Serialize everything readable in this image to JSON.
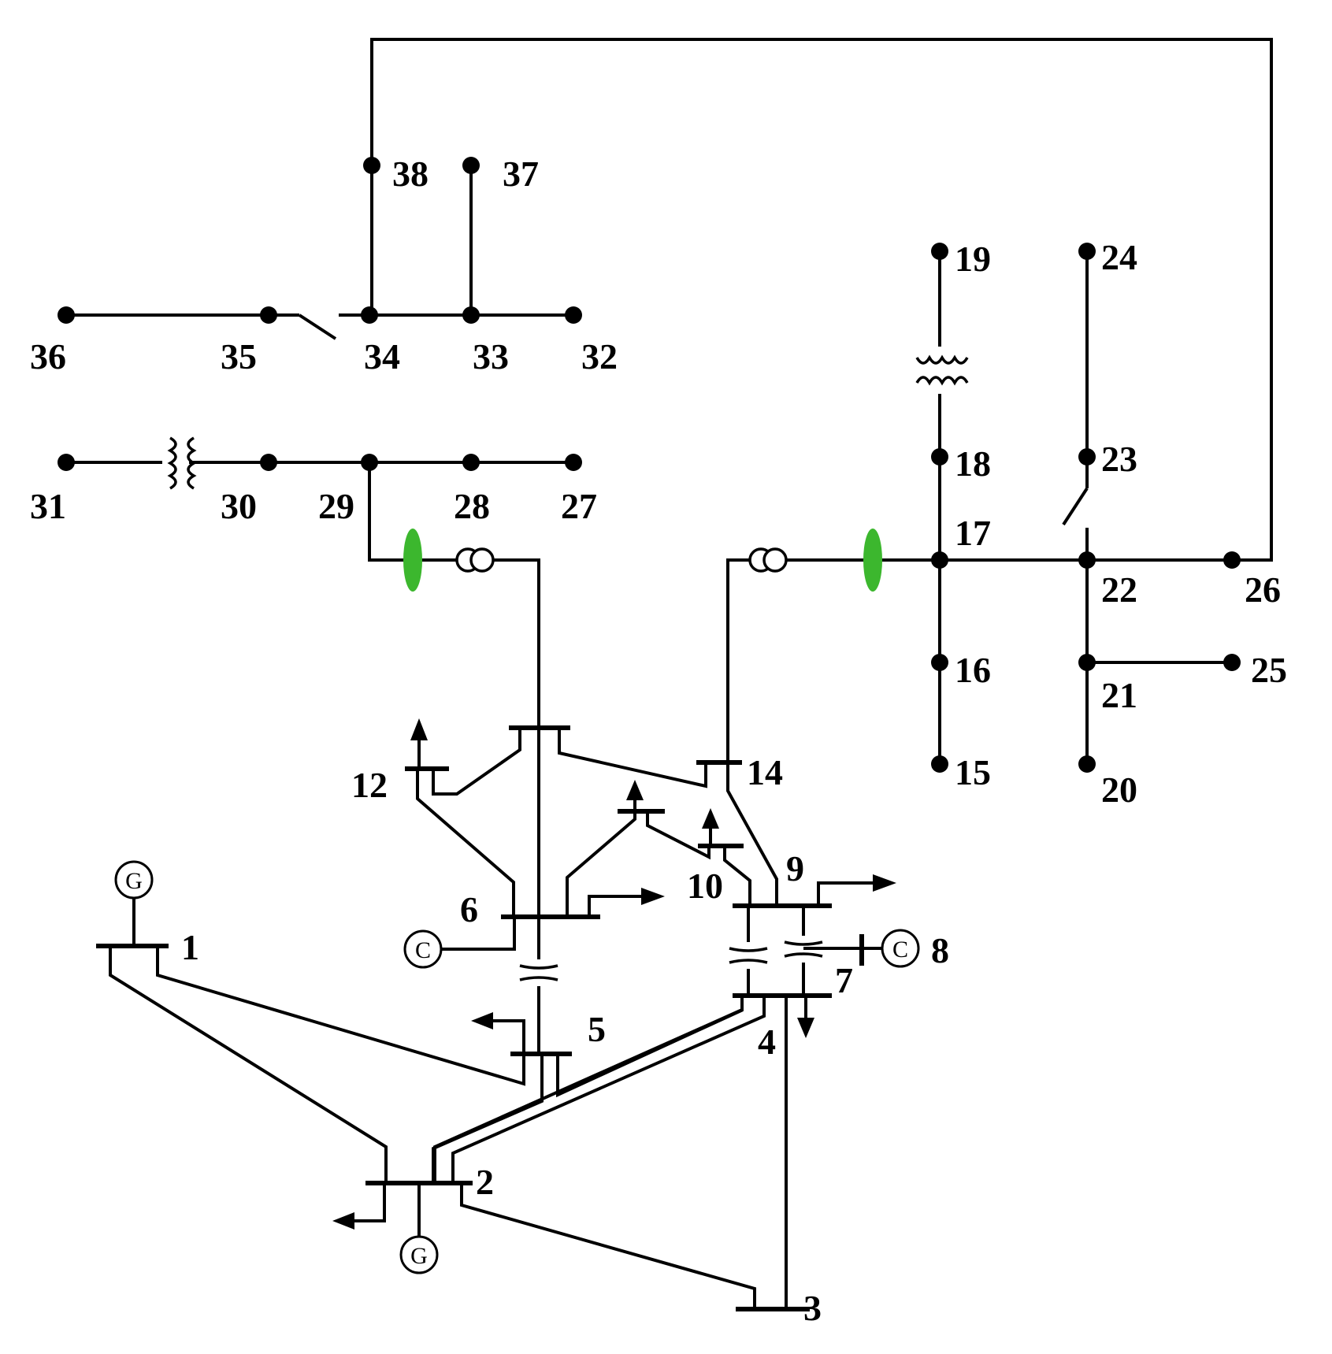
{
  "buses": {
    "b1": "1",
    "b2": "2",
    "b3": "3",
    "b4": "4",
    "b5": "5",
    "b6": "6",
    "b7": "7",
    "b8": "8",
    "b9": "9",
    "b10": "10",
    "b12": "12",
    "b14": "14",
    "b15": "15",
    "b16": "16",
    "b17": "17",
    "b18": "18",
    "b19": "19",
    "b20": "20",
    "b21": "21",
    "b22": "22",
    "b23": "23",
    "b24": "24",
    "b25": "25",
    "b26": "26",
    "b27": "27",
    "b28": "28",
    "b29": "29",
    "b30": "30",
    "b31": "31",
    "b32": "32",
    "b33": "33",
    "b34": "34",
    "b35": "35",
    "b36": "36",
    "b37": "37",
    "b38": "38"
  },
  "symbols": {
    "generator_letter": "G",
    "condenser_letter": "C"
  },
  "colors": {
    "line": "#000000",
    "coupling": "#3cb72e"
  }
}
